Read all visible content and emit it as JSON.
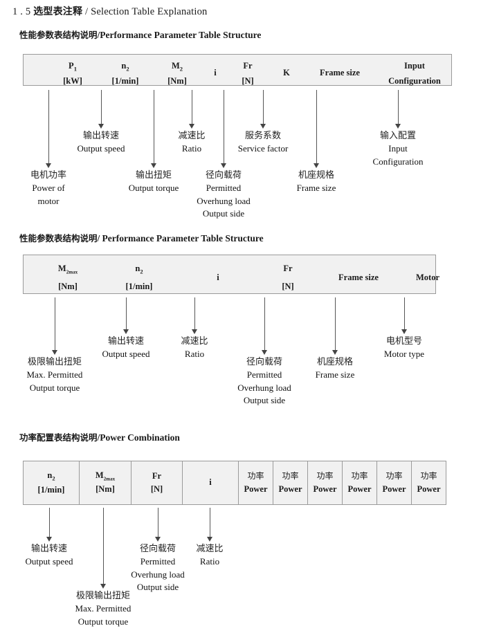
{
  "document": {
    "title_number": "1 . 5",
    "title_cn": "选型表注释",
    "title_sep": "/",
    "title_en": "Selection Table Explanation"
  },
  "sections": [
    {
      "heading_cn": "性能参数表结构说明",
      "heading_sep": "/",
      "heading_en": "Performance Parameter Table Structure",
      "table": {
        "columns": [
          {
            "line1_main": "P",
            "line1_sub": "1",
            "line2": "[kW]"
          },
          {
            "line1_main": "n",
            "line1_sub": "2",
            "line2": "[1/min]"
          },
          {
            "line1_main": "M",
            "line1_sub": "2",
            "line2": "[Nm]"
          },
          {
            "line1_main": "i",
            "line1_sub": "",
            "line2": ""
          },
          {
            "line1_main": "Fr",
            "line1_sub": "",
            "line2": "[N]"
          },
          {
            "line1_main": "K",
            "line1_sub": "",
            "line2": ""
          },
          {
            "line1_main": "Frame size",
            "line1_sub": "",
            "line2": ""
          },
          {
            "line1_main": "Input",
            "line1_sub": "",
            "line2": "Configuration"
          }
        ]
      },
      "callouts": [
        {
          "cn": "电机功率",
          "en": [
            "Power of",
            "motor"
          ]
        },
        {
          "cn": "输出转速",
          "en": [
            "Output speed"
          ]
        },
        {
          "cn": "输出扭矩",
          "en": [
            "Output torque"
          ]
        },
        {
          "cn": "减速比",
          "en": [
            "Ratio"
          ]
        },
        {
          "cn": "径向载荷",
          "en": [
            "Permitted",
            "Overhung load",
            "Output side"
          ]
        },
        {
          "cn": "服务系数",
          "en": [
            "Service factor"
          ]
        },
        {
          "cn": "机座规格",
          "en": [
            "Frame size"
          ]
        },
        {
          "cn": "输入配置",
          "en": [
            "Input",
            "Configuration"
          ]
        }
      ]
    },
    {
      "heading_cn": "性能参数表结构说明",
      "heading_sep": "/",
      "heading_en": "Performance Parameter Table Structure",
      "table": {
        "columns": [
          {
            "line1_main": "M",
            "line1_sub": "2max",
            "line2": "[Nm]"
          },
          {
            "line1_main": "n",
            "line1_sub": "2",
            "line2": "[1/min]"
          },
          {
            "line1_main": "i",
            "line1_sub": "",
            "line2": ""
          },
          {
            "line1_main": "Fr",
            "line1_sub": "",
            "line2": "[N]"
          },
          {
            "line1_main": "Frame size",
            "line1_sub": "",
            "line2": ""
          },
          {
            "line1_main": "Motor",
            "line1_sub": "",
            "line2": ""
          }
        ]
      },
      "callouts": [
        {
          "cn": "极限输出扭矩",
          "en": [
            "Max. Permitted",
            "Output  torque"
          ]
        },
        {
          "cn": "输出转速",
          "en": [
            "Output speed"
          ]
        },
        {
          "cn": "减速比",
          "en": [
            "Ratio"
          ]
        },
        {
          "cn": "径向载荷",
          "en": [
            "Permitted",
            "Overhung load",
            "Output side"
          ]
        },
        {
          "cn": "机座规格",
          "en": [
            "Frame size"
          ]
        },
        {
          "cn": "电机型号",
          "en": [
            "Motor type"
          ]
        }
      ]
    },
    {
      "heading_cn": "功率配置表结构说明",
      "heading_sep": "/",
      "heading_en": "Power Combination",
      "table": {
        "columns": [
          {
            "line1_main": "n",
            "line1_sub": "2",
            "line2": "[1/min]"
          },
          {
            "line1_main": "M",
            "line1_sub": "2max",
            "line2": "[Nm]"
          },
          {
            "line1_main": "Fr",
            "line1_sub": "",
            "line2": "[N]"
          },
          {
            "line1_main": "i",
            "line1_sub": "",
            "line2": ""
          },
          {
            "line1_cn": "功率",
            "line2": "Power"
          },
          {
            "line1_cn": "功率",
            "line2": "Power"
          },
          {
            "line1_cn": "功率",
            "line2": "Power"
          },
          {
            "line1_cn": "功率",
            "line2": "Power"
          },
          {
            "line1_cn": "功率",
            "line2": "Power"
          },
          {
            "line1_cn": "功率",
            "line2": "Power"
          }
        ]
      },
      "callouts": [
        {
          "cn": "输出转速",
          "en": [
            "Output speed"
          ]
        },
        {
          "cn": "极限输出扭矩",
          "en": [
            "Max. Permitted",
            "Output  torque"
          ]
        },
        {
          "cn": "径向载荷",
          "en": [
            "Permitted",
            "Overhung load",
            "Output side"
          ]
        },
        {
          "cn": "减速比",
          "en": [
            "Ratio"
          ]
        }
      ]
    }
  ],
  "colors": {
    "table_fill": "#f1f1f1",
    "table_border": "#9a9a9a",
    "arrow": "#444444",
    "text": "#1a1a1a"
  }
}
